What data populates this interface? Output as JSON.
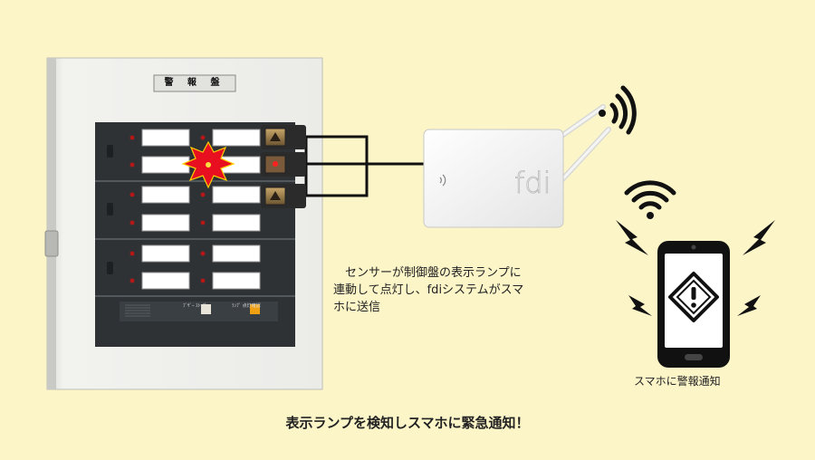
{
  "panel": {
    "plate_label": "警 報 盤",
    "buttons": [
      {
        "label": "ﾌﾞｻﾞｰ\nｽﾄｯﾌﾟ",
        "color": "#e8e4da"
      },
      {
        "label": "ﾗﾝﾌﾟ\n点灯確認",
        "color": "#f0a010"
      }
    ],
    "alarm_color": "#e81020"
  },
  "device": {
    "brand": "fdi"
  },
  "description": "　センサーが制御盤の表示ランプに\n連動して点灯し、fdiシステムがスマ\nホに送信",
  "phone": {
    "caption": "スマホに警報通知",
    "alert_icon": "warning-diamond-icon"
  },
  "headline": "表示ランプを検知しスマホに緊急通知！"
}
